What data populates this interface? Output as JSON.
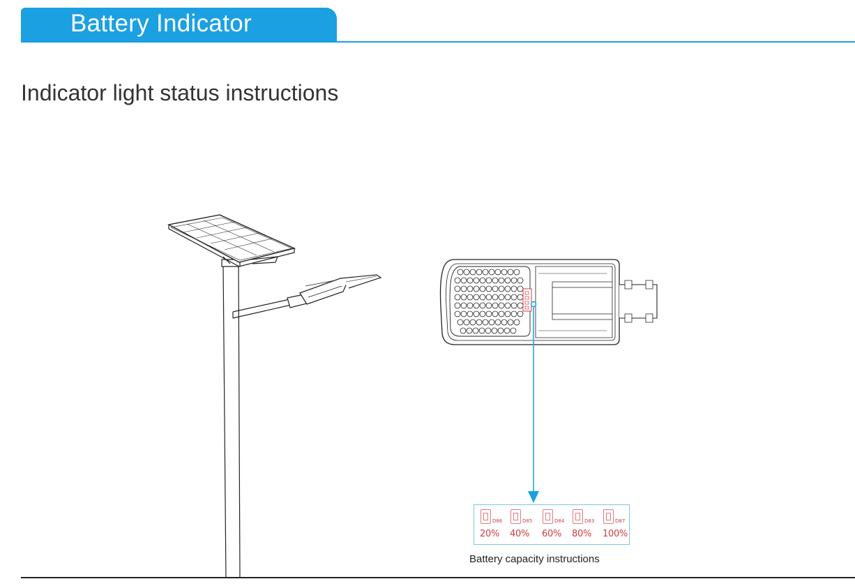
{
  "header": {
    "title": "Battery Indicator",
    "accent_color": "#1ba0e2"
  },
  "subtitle": "Indicator light status instructions",
  "illustrations": {
    "street_light": "solar-street-light-drawing",
    "lamp_bottom_view": "lamp-bottom-view-drawing",
    "arrow_color": "#1ba0e2"
  },
  "battery_capacity": {
    "caption": "Battery capacity instructions",
    "led_color": "#d23a44",
    "levels": [
      {
        "code": "D86",
        "percent": "20%"
      },
      {
        "code": "D85",
        "percent": "40%"
      },
      {
        "code": "D84",
        "percent": "60%"
      },
      {
        "code": "D83",
        "percent": "80%"
      },
      {
        "code": "D87",
        "percent": "100%"
      }
    ]
  }
}
